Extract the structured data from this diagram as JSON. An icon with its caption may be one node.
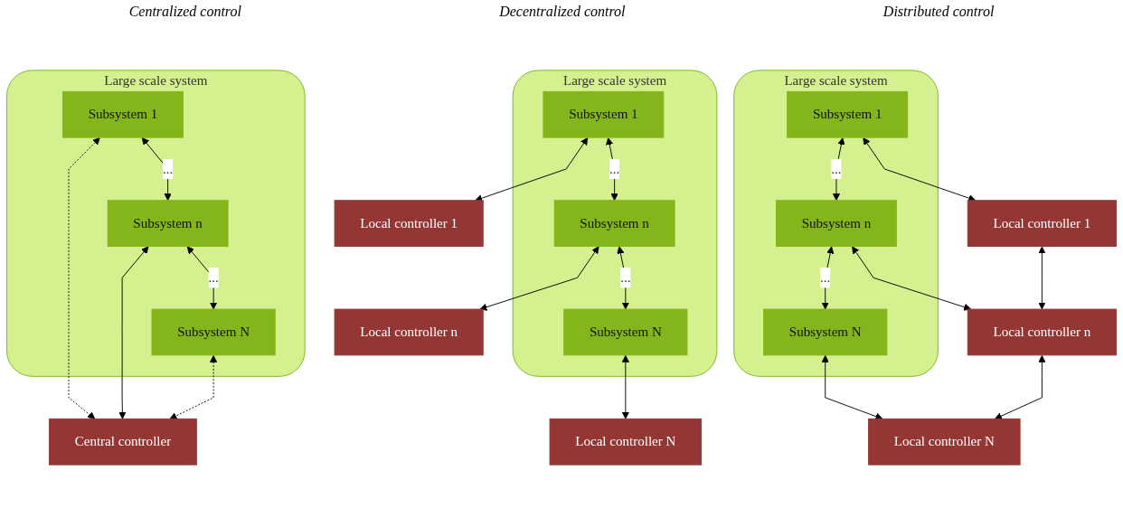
{
  "diagram": {
    "nodes": [
      {
        "text": [
          "Large scale system"
        ]
      },
      {
        "text": [
          "Subsystem 1"
        ],
        "in": 0
      },
      {
        "text": [
          "Subsystem n"
        ],
        "in": 0
      },
      {
        "text": [
          "Subsystem N"
        ],
        "in": 0
      },
      {
        "text": [
          "Central controller"
        ]
      },
      {
        "text": [
          "Large scale system"
        ]
      },
      {
        "text": [
          "Subsystem 1"
        ],
        "in": 5
      },
      {
        "text": [
          "Subsystem n"
        ],
        "in": 5
      },
      {
        "text": [
          "Subsystem N"
        ],
        "in": 5
      },
      {
        "text": [
          "Local controller 1"
        ]
      },
      {
        "text": [
          "Local controller n"
        ]
      },
      {
        "text": [
          "Local controller N"
        ]
      },
      {
        "text": [
          "Large scale system"
        ]
      },
      {
        "text": [
          "Subsystem 1"
        ],
        "in": 12
      },
      {
        "text": [
          "Subsystem n"
        ],
        "in": 12
      },
      {
        "text": [
          "Subsystem N"
        ],
        "in": 12
      },
      {
        "text": [
          "Local controller 1"
        ]
      },
      {
        "text": [
          "Local controller n"
        ]
      },
      {
        "text": [
          "Local controller N"
        ]
      }
    ],
    "edges": [
      {
        "from": 1,
        "to": 2,
        "arrow": "both",
        "label": "..."
      },
      {
        "from": 2,
        "to": 3,
        "arrow": "both",
        "label": "..."
      },
      {
        "from": 1,
        "to": 4,
        "arrow": "both",
        "style": "dashed"
      },
      {
        "from": 2,
        "to": 4,
        "arrow": "both"
      },
      {
        "from": 3,
        "to": 4,
        "arrow": "both",
        "style": "dashed"
      },
      {
        "from": 6,
        "to": 7,
        "arrow": "both",
        "label": "..."
      },
      {
        "from": 7,
        "to": 8,
        "arrow": "both",
        "label": "..."
      },
      {
        "from": 6,
        "to": 9,
        "arrow": "both"
      },
      {
        "from": 7,
        "to": 10,
        "arrow": "both"
      },
      {
        "from": 8,
        "to": 11,
        "arrow": "both"
      },
      {
        "from": 13,
        "to": 14,
        "arrow": "both",
        "label": "..."
      },
      {
        "from": 14,
        "to": 15,
        "arrow": "both",
        "label": "..."
      },
      {
        "from": 13,
        "to": 16,
        "arrow": "both"
      },
      {
        "from": 14,
        "to": 17,
        "arrow": "both"
      },
      {
        "from": 15,
        "to": 18,
        "arrow": "both"
      },
      {
        "from": 16,
        "to": 17,
        "arrow": "both"
      },
      {
        "from": 17,
        "to": 18,
        "arrow": "both"
      }
    ],
    "labels": [
      "Centralized control",
      "Decentralized control",
      "Distributed control"
    ]
  }
}
